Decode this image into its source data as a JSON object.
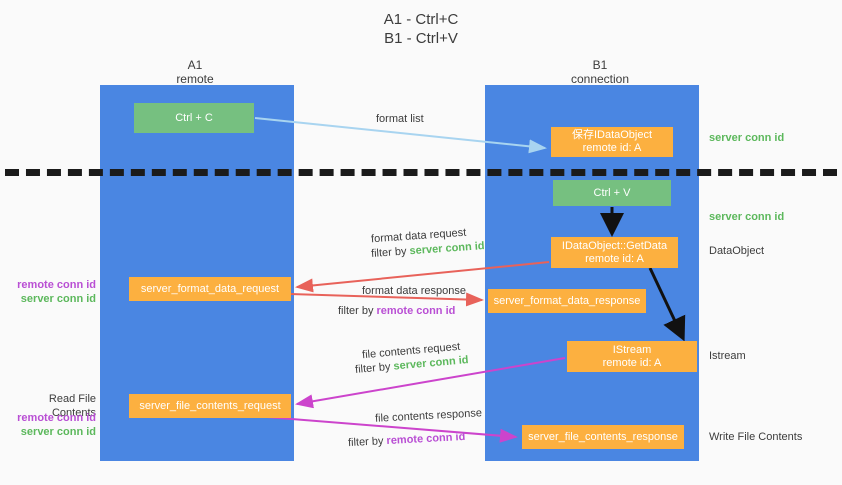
{
  "title": "A1 - Ctrl+C\nB1 - Ctrl+V",
  "columns": [
    {
      "id": "a1",
      "name": "A1",
      "role": "remote",
      "label": "A1\nremote"
    },
    {
      "id": "b1",
      "name": "B1",
      "role": "connection",
      "label": "B1\nconnection"
    }
  ],
  "boxes": {
    "ctrl_c": "Ctrl + C",
    "save_idataobject": "保存IDataObject\nremote id: A",
    "ctrl_v": "Ctrl + V",
    "idataobject_getdata": "IDataObject::GetData\nremote id: A",
    "server_format_data_request": "server_format_data_request",
    "server_format_data_response": "server_format_data_response",
    "istream": "IStream\nremote id: A",
    "server_file_contents_request": "server_file_contents_request",
    "server_file_contents_response": "server_file_contents_response"
  },
  "side_labels": {
    "server_conn_id_top": "server conn id",
    "server_conn_id_mid": "server conn id",
    "dataobject": "DataObject",
    "istream": "Istream",
    "write_file_contents": "Write File Contents",
    "read_file_contents": "Read File Contents",
    "remote_conn_id": "remote conn id",
    "server_conn_id": "server conn id"
  },
  "edges": {
    "format_list": "format list",
    "format_data_request": "format data request",
    "filter_by": "filter by ",
    "filter_server_conn_id": "server conn id",
    "filter_remote_conn_id": "remote conn id",
    "format_data_response": "format data response",
    "file_contents_request": "file contents request",
    "file_contents_response": "file contents response"
  },
  "colors": {
    "lane_blue": "#4a86e2",
    "box_green": "#76c080",
    "box_orange": "#fcb040",
    "accent_green_text": "#5cb85c",
    "accent_purple_text": "#b94fd4",
    "arrow_lightblue": "#a8d4f0",
    "arrow_red": "#e8625a",
    "arrow_magenta": "#cc44cc",
    "arrow_black": "#111111",
    "background": "#fafafa"
  }
}
